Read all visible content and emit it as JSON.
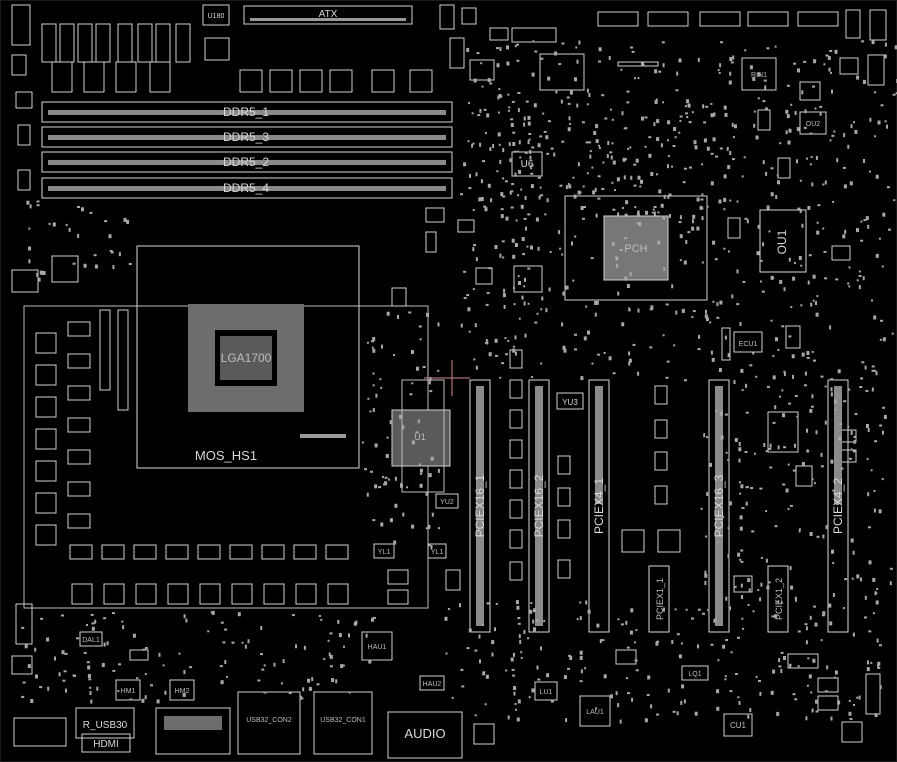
{
  "board": {
    "labels": {
      "atx": "ATX",
      "u180": "U180",
      "ddr5_1": "DDR5_1",
      "ddr5_3": "DDR5_3",
      "ddr5_2": "DDR5_2",
      "ddr5_4": "DDR5_4",
      "mos_hs1": "MOS_HS1",
      "cpu_socket": "LGA1700",
      "u6": "U6",
      "pch": "PCH",
      "ou1": "OU1",
      "ou2": "OU2",
      "rin1": "RIN1",
      "pciex16_1": "PCIEX16_1",
      "pciex16_2": "PCIEX16_2",
      "pciex4_1": "PCIEX4_1",
      "pciex16_3": "PCIEX16_3",
      "pciex4_2": "PCIEX4_2",
      "pciex1_1": "PCIEX1_1",
      "pciex1_2": "PCIEX1_2",
      "yu3": "YU3",
      "yu2": "YU2",
      "yl1a": "YL1",
      "yl1b": "YL1",
      "u1": "U1",
      "ecu1": "ECU1",
      "hau1": "HAU1",
      "hau2": "HAU2",
      "lu1": "LU1",
      "lau1": "LAU1",
      "lq1": "LQ1",
      "cu1": "CU1",
      "hm1": "HM1",
      "hm2": "HM2",
      "r_usb30": "R_USB30",
      "hdmi": "HDMI",
      "usb32_con2": "USB32_CON2",
      "usb32_con1": "USB32_CON1",
      "audio": "AUDIO",
      "dal1": "DAL1"
    }
  }
}
